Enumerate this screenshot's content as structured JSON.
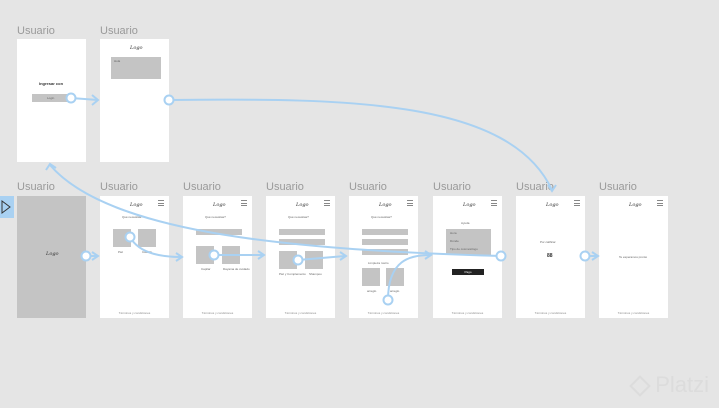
{
  "frame_label": "Usuario",
  "login": {
    "title": "Ingresar con",
    "button": "Login"
  },
  "notice": {
    "box_text": "Hola"
  },
  "splash": {
    "logo": "Logo"
  },
  "common": {
    "logo": "Logo"
  },
  "s1": {
    "heading": "Qué necesitas?",
    "label_a": "Piel",
    "label_b": "Cabello",
    "footer": "Términos y condiciones"
  },
  "s2": {
    "heading": "Qué necesitas?",
    "label_a": "Capilar",
    "label_b": "Dayama de cuidado",
    "footer": "Términos y condiciones"
  },
  "s3": {
    "heading": "Qué necesitas?",
    "label_a": "Piel y Complemento",
    "label_b": "Shampoo",
    "footer": "Términos y condiciones"
  },
  "s4": {
    "heading": "Qué necesitas?",
    "label_a": "Limpieza rostro",
    "label_b": "arreglo",
    "label_c": "arreglo",
    "footer": "Términos y condiciones"
  },
  "s5": {
    "heading": "Ayuda",
    "row1": "Hora",
    "row2": "Dónde",
    "row3": "Tipo de cosmetólogo",
    "button": "Pago",
    "footer": "Términos y condiciones"
  },
  "s6": {
    "heading": "Por calificar",
    "value": "88",
    "footer": "Términos y condiciones"
  },
  "s7": {
    "message": "Te esperamos pronto",
    "footer": "Términos y condiciones"
  },
  "watermark": "Platzi",
  "colors": {
    "accent": "#a9d1f2",
    "background": "#e5e5e5"
  }
}
